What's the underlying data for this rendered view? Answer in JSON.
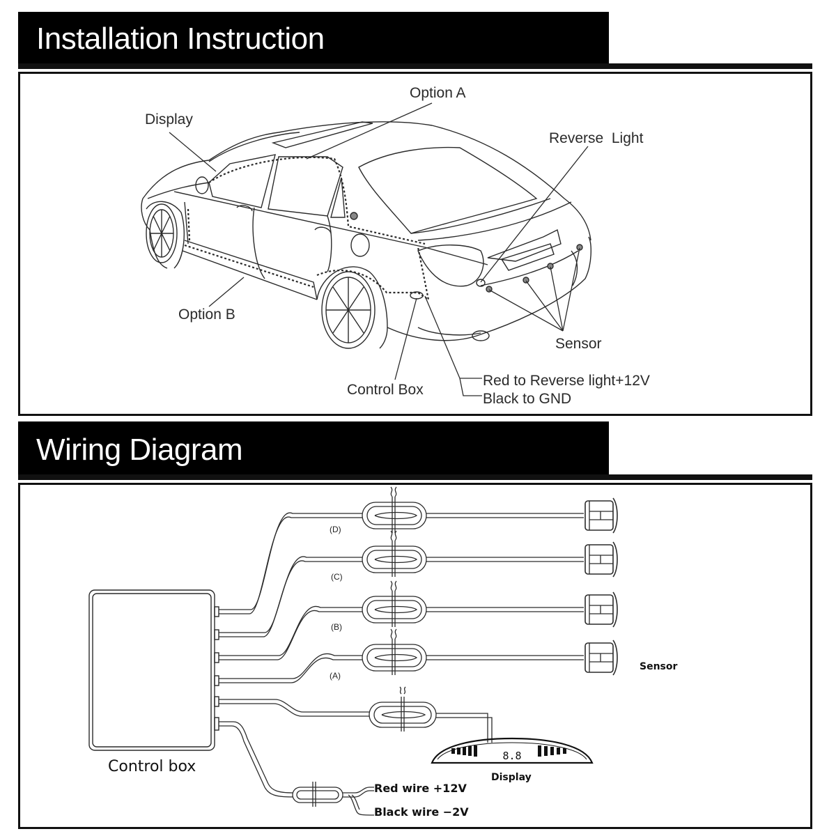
{
  "sections": [
    {
      "id": "installation",
      "title": "Installation Instruction"
    },
    {
      "id": "wiring",
      "title": "Wiring Diagram"
    }
  ],
  "installation": {
    "labels": {
      "option_a": "Option A",
      "display": "Display",
      "reverse_light": "Reverse  Light",
      "option_b": "Option B",
      "sensor": "Sensor",
      "control_box": "Control Box",
      "red_wire": "Red to Reverse light+12V",
      "black_wire": "Black to GND"
    }
  },
  "wiring": {
    "channels": [
      {
        "label": "(D)"
      },
      {
        "label": "(C)"
      },
      {
        "label": "(B)"
      },
      {
        "label": "(A)"
      }
    ],
    "sensor_label": "Sensor",
    "control_box_label": "Control box",
    "display_label": "Display",
    "display_readout": "8.8",
    "red_wire_label": "Red wire +12V",
    "black_wire_label": "Black wire −2V"
  },
  "colors": {
    "banner_bg": "#000000",
    "banner_text": "#ffffff",
    "line": "#2a2a2a"
  }
}
